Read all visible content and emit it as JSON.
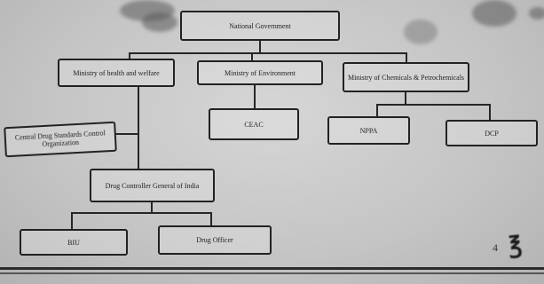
{
  "diagram": {
    "root": "National Government",
    "ministry_health": "Ministry of health and welfare",
    "ministry_environment": "Ministry of Environment",
    "ministry_chemicals": "Ministry of Chemicals & Petrochemicals",
    "cdsco": "Central Drug Standards Control Organization",
    "dcgi": "Drug Controller General of India",
    "ceac": "CEAC",
    "nppa": "NPPA",
    "dcp": "DCP",
    "left_leaf": "BIU",
    "right_leaf": "Drug Officer"
  },
  "page": {
    "number": "4"
  },
  "colors": {
    "paper": "#c9c9c9",
    "ink": "#222222"
  }
}
